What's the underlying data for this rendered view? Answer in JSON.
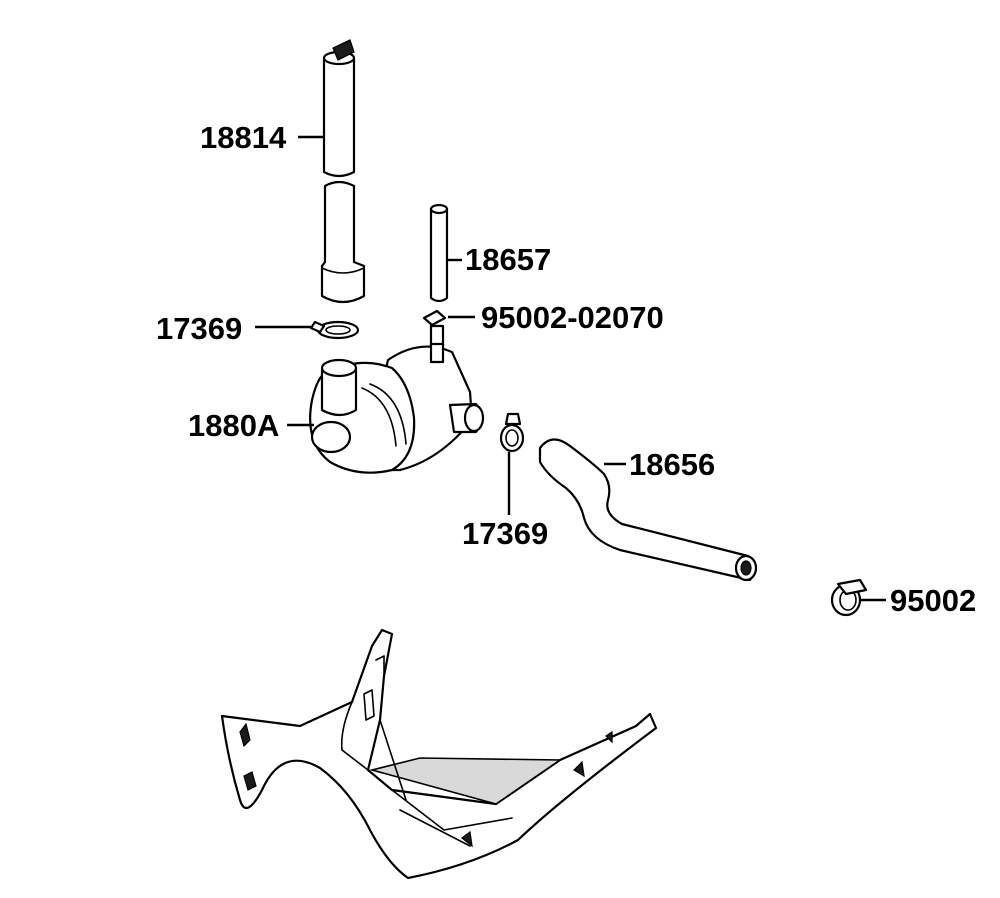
{
  "callouts": {
    "p18814": "18814",
    "p18657": "18657",
    "p95002_02070": "95002-02070",
    "p17369_top": "17369",
    "p1880A": "1880A",
    "p18656": "18656",
    "p17369_bottom": "17369",
    "p95002": "95002"
  },
  "colors": {
    "line": "#000000",
    "fill": "#ffffff",
    "shade": "#d9d9d9"
  }
}
